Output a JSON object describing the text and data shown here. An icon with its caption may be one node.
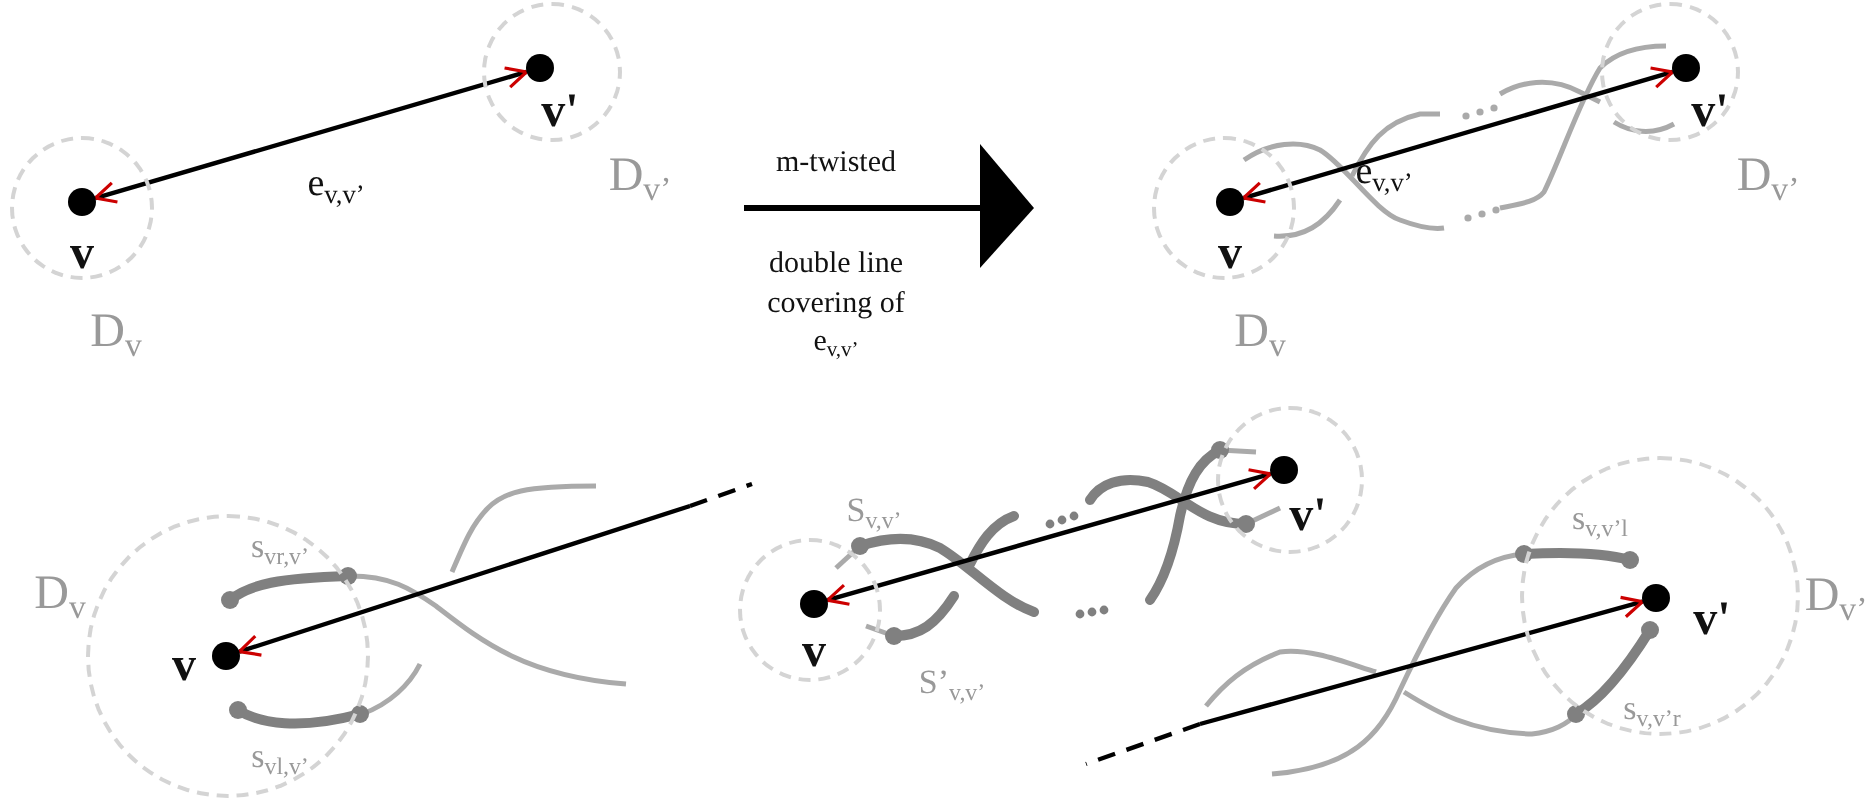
{
  "diagram": {
    "nodes": [
      {
        "text": [
          "D$_{v}$"
        ]
      },
      {
        "text": [
          "v"
        ],
        "in": 0
      },
      {
        "text": [
          "D$_{v’}$"
        ]
      },
      {
        "text": [
          "v'"
        ],
        "in": 2
      },
      {
        "text": [
          "D$_{v}$"
        ]
      },
      {
        "text": [
          "v"
        ],
        "in": 4
      },
      {
        "text": [
          "D$_{v’}$"
        ]
      },
      {
        "text": [
          "v'"
        ],
        "in": 6
      },
      {
        "text": [
          "D$_{v}$"
        ]
      },
      {
        "text": [
          "v"
        ],
        "in": 8
      },
      {
        "text": [],
        "shape": "circle"
      },
      {
        "text": [
          "v"
        ],
        "in": 10
      },
      {
        "text": [],
        "shape": "circle"
      },
      {
        "text": [
          "v'"
        ],
        "in": 12
      },
      {
        "text": [
          "D$_{v’}$"
        ]
      },
      {
        "text": [
          "v'"
        ],
        "in": 14
      }
    ],
    "edges": [
      {
        "from": 1,
        "to": 3,
        "arrow": "both",
        "label": "e$_{v,v’}$"
      },
      {
        "from": 5,
        "to": 7,
        "arrow": "both",
        "label": "e$_{v,v’}$"
      },
      {
        "from": null,
        "to": 9,
        "arrow": "to"
      },
      {
        "from": 11,
        "to": 13,
        "arrow": "both"
      },
      {
        "from": null,
        "to": 15,
        "arrow": "to"
      }
    ],
    "labels": [
      "m-twisted",
      "double line covering of e$_{v,v’}$",
      "s$_{vr,v’}$",
      "s$_{vl,v’}$",
      "S$_{v,v’}$",
      "S’$_{v,v’}$",
      "s$_{v,v’l}$",
      "s$_{v,v’r}$"
    ]
  }
}
